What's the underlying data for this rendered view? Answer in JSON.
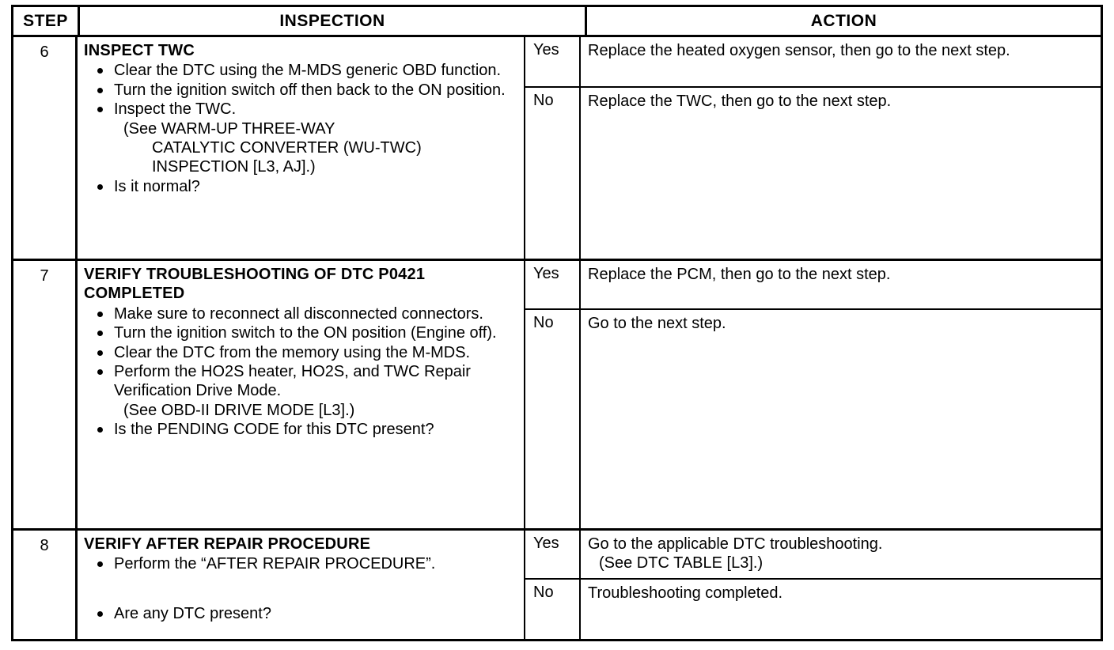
{
  "table": {
    "headers": {
      "step": "STEP",
      "inspection": "INSPECTION",
      "action": "ACTION"
    },
    "rows": [
      {
        "step": "6",
        "inspection": {
          "title": "INSPECT TWC",
          "bullets": [
            {
              "text": "Clear the DTC using the M-MDS generic OBD function."
            },
            {
              "text": "Turn the ignition switch off then back to the ON position."
            },
            {
              "text": "Inspect the TWC.",
              "sub": "(See  WARM-UP THREE-WAY",
              "sub2a": "CATALYTIC CONVERTER (WU-TWC)",
              "sub2b": "INSPECTION [L3, AJ].)"
            },
            {
              "text": "Is it normal?"
            }
          ]
        },
        "answers": [
          {
            "label": "Yes",
            "text": "Replace the heated oxygen sensor, then go to the next step."
          },
          {
            "label": "No",
            "text": "Replace the TWC, then go to the next step."
          }
        ]
      },
      {
        "step": "7",
        "inspection": {
          "title": "VERIFY TROUBLESHOOTING OF DTC P0421 COMPLETED",
          "bullets": [
            {
              "text": "Make sure to reconnect all disconnected connectors."
            },
            {
              "text": "Turn the ignition switch to the ON position (Engine off)."
            },
            {
              "text": "Clear the DTC from the memory using the M-MDS."
            },
            {
              "text": "Perform the HO2S heater, HO2S, and TWC Repair Verification Drive Mode.",
              "sub": "(See OBD-II DRIVE MODE [L3].)"
            },
            {
              "text": "Is the PENDING CODE for this DTC present?"
            }
          ]
        },
        "answers": [
          {
            "label": "Yes",
            "text": "Replace the PCM, then go to the next step."
          },
          {
            "label": "No",
            "text": "Go to the next step."
          }
        ]
      },
      {
        "step": "8",
        "inspection": {
          "title": "VERIFY AFTER REPAIR PROCEDURE",
          "bullets": [
            {
              "text": "Perform the “AFTER REPAIR PROCEDURE”."
            },
            {
              "text": "Are any DTC present?",
              "gap_before": true
            }
          ]
        },
        "answers": [
          {
            "label": "Yes",
            "text": "Go to the applicable DTC troubleshooting.",
            "sub": "(See DTC TABLE [L3].)"
          },
          {
            "label": "No",
            "text": "Troubleshooting completed."
          }
        ]
      }
    ]
  }
}
